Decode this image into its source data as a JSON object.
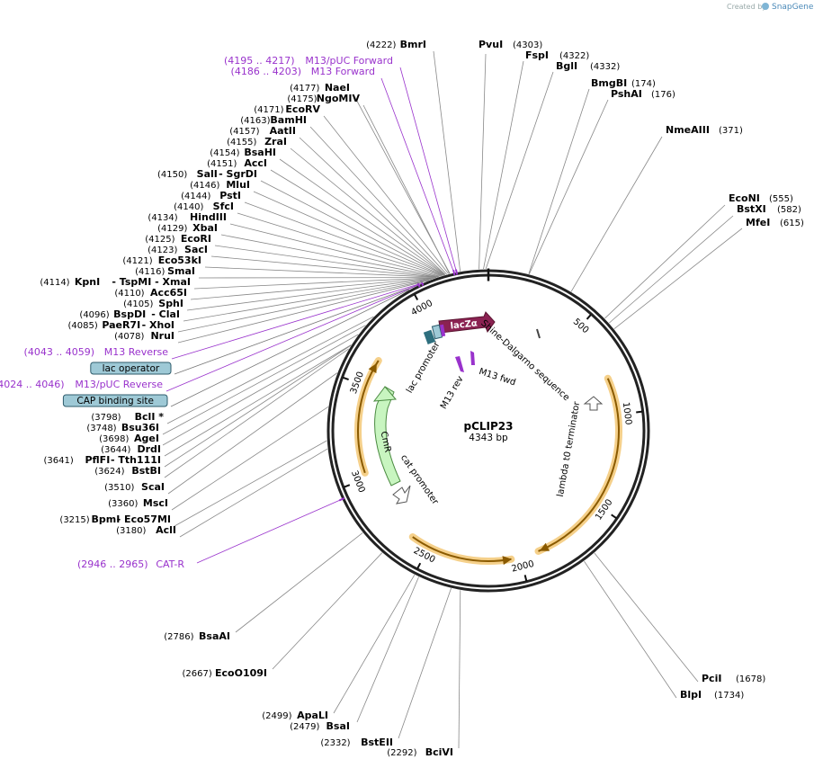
{
  "credit": {
    "prefix": "Created by",
    "brand": "SnapGene"
  },
  "plasmid": {
    "name": "pCLIP23",
    "length_label": "4343 bp",
    "length_bp": 4343
  },
  "tick_labels": [
    "500",
    "1000",
    "1500",
    "2000",
    "2500",
    "3000",
    "3500",
    "4000"
  ],
  "features": [
    {
      "name": "lacZα",
      "start": 4040,
      "end": 4343,
      "direction": "forward",
      "color": "#8b2252",
      "text_color": "#ffffff"
    },
    {
      "name": "CmR",
      "start": 3000,
      "end": 3550,
      "direction": "reverse",
      "color": "#c8f5c0",
      "text_color": "#000000"
    },
    {
      "name": "cat promoter",
      "start": 2900,
      "end": 2980,
      "direction": "reverse",
      "color": "#ffffff",
      "text_color": "#000000"
    },
    {
      "name": "lambda t0 terminator",
      "start": 980,
      "end": 1010,
      "direction": "forward",
      "color": "#ffffff",
      "text_color": "#000000"
    },
    {
      "name": "lac promoter",
      "start": 4010,
      "end": 4040,
      "direction": "forward",
      "color": "#2e6f7e",
      "text_color": "#000000"
    },
    {
      "name": "Shine-Dalgarno sequence",
      "start": 200,
      "end": 210,
      "direction": "forward",
      "color": "#555555",
      "text_color": "#000000"
    },
    {
      "name": "M13 fwd",
      "start": 4200,
      "end": 4217,
      "direction": "forward",
      "color": "#9932cc",
      "text_color": "#000000"
    },
    {
      "name": "M13 rev",
      "start": 4043,
      "end": 4059,
      "direction": "reverse",
      "color": "#9932cc",
      "text_color": "#000000"
    }
  ],
  "orange_arcs": [
    {
      "start": 800,
      "end": 1900
    },
    {
      "start": 2050,
      "end": 2600
    },
    {
      "start": 3030,
      "end": 3650
    }
  ],
  "feature_label_text": {
    "lacZa": "lacZα",
    "cmr": "CmR",
    "cat_promoter": "cat promoter",
    "lambda": "lambda t0 terminator",
    "lac_promoter": "lac promoter",
    "shine": "Shine-Dalgarno sequence",
    "m13fwd": "M13 fwd",
    "m13rev": "M13 rev"
  },
  "sites": [
    {
      "pos": "(4222)",
      "name": "BmrI",
      "site": 4222,
      "side": "left",
      "kind": "enzyme"
    },
    {
      "pos": "(4195 .. 4217)",
      "name": "M13/pUC Forward",
      "site": 4206,
      "side": "left",
      "kind": "primer"
    },
    {
      "pos": "(4186 .. 4203)",
      "name": "M13 Forward",
      "site": 4195,
      "side": "left",
      "kind": "primer"
    },
    {
      "pos": "(4177)",
      "name": "NaeI",
      "site": 4177,
      "side": "left",
      "kind": "enzyme"
    },
    {
      "pos": "(4175)",
      "name": "NgoMIV",
      "site": 4175,
      "side": "left",
      "kind": "enzyme"
    },
    {
      "pos": "(4171)",
      "name": "EcoRV",
      "site": 4171,
      "side": "left",
      "kind": "enzyme"
    },
    {
      "pos": "(4163)",
      "name": "BamHI",
      "site": 4163,
      "side": "left",
      "kind": "enzyme"
    },
    {
      "pos": "(4157)",
      "name": "AatII",
      "site": 4157,
      "side": "left",
      "kind": "enzyme"
    },
    {
      "pos": "(4155)",
      "name": "ZraI",
      "site": 4155,
      "side": "left",
      "kind": "enzyme"
    },
    {
      "pos": "(4154)",
      "name": "BsaHI",
      "site": 4154,
      "side": "left",
      "kind": "enzyme"
    },
    {
      "pos": "(4151)",
      "name": "AccI",
      "site": 4151,
      "side": "left",
      "kind": "enzyme"
    },
    {
      "pos": "(4150)",
      "name": "SalI",
      "extra": "- SgrDI",
      "site": 4150,
      "side": "left",
      "kind": "enzyme"
    },
    {
      "pos": "(4146)",
      "name": "MluI",
      "site": 4146,
      "side": "left",
      "kind": "enzyme"
    },
    {
      "pos": "(4144)",
      "name": "PstI",
      "site": 4144,
      "side": "left",
      "kind": "enzyme"
    },
    {
      "pos": "(4140)",
      "name": "SfcI",
      "site": 4140,
      "side": "left",
      "kind": "enzyme"
    },
    {
      "pos": "(4134)",
      "name": "HindIII",
      "site": 4134,
      "side": "left",
      "kind": "enzyme"
    },
    {
      "pos": "(4129)",
      "name": "XbaI",
      "site": 4129,
      "side": "left",
      "kind": "enzyme"
    },
    {
      "pos": "(4125)",
      "name": "EcoRI",
      "site": 4125,
      "side": "left",
      "kind": "enzyme"
    },
    {
      "pos": "(4123)",
      "name": "SacI",
      "site": 4123,
      "side": "left",
      "kind": "enzyme"
    },
    {
      "pos": "(4121)",
      "name": "Eco53kI",
      "site": 4121,
      "side": "left",
      "kind": "enzyme"
    },
    {
      "pos": "(4116)",
      "name": "SmaI",
      "site": 4116,
      "side": "left",
      "kind": "enzyme"
    },
    {
      "pos": "(4114)",
      "name": "KpnI",
      "extra": "- TspMI   - XmaI",
      "site": 4114,
      "side": "left",
      "kind": "enzyme"
    },
    {
      "pos": "(4110)",
      "name": "Acc65I",
      "site": 4110,
      "side": "left",
      "kind": "enzyme"
    },
    {
      "pos": "(4105)",
      "name": "SphI",
      "site": 4105,
      "side": "left",
      "kind": "enzyme"
    },
    {
      "pos": "(4096)",
      "name": "BspDI",
      "extra": "- ClaI",
      "site": 4096,
      "side": "left",
      "kind": "enzyme"
    },
    {
      "pos": "(4085)",
      "name": "PaeR7I",
      "extra": "- XhoI",
      "site": 4085,
      "side": "left",
      "kind": "enzyme"
    },
    {
      "pos": "(4078)",
      "name": "NruI",
      "site": 4078,
      "side": "left",
      "kind": "enzyme"
    },
    {
      "pos": "(4043 .. 4059)",
      "name": "M13 Reverse",
      "site": 4051,
      "side": "left",
      "kind": "primer"
    },
    {
      "pos": "",
      "name": "lac operator",
      "site": 4030,
      "side": "left",
      "kind": "box"
    },
    {
      "pos": "(4024 .. 4046)",
      "name": "M13/pUC Reverse",
      "site": 4035,
      "side": "left",
      "kind": "primer"
    },
    {
      "pos": "",
      "name": "CAP binding site",
      "site": 3990,
      "side": "left",
      "kind": "box"
    },
    {
      "pos": "(3798)",
      "name": "BclI *",
      "site": 3798,
      "side": "left",
      "kind": "enzyme"
    },
    {
      "pos": "(3748)",
      "name": "Bsu36I",
      "site": 3748,
      "side": "left",
      "kind": "enzyme"
    },
    {
      "pos": "(3698)",
      "name": "AgeI",
      "site": 3698,
      "side": "left",
      "kind": "enzyme"
    },
    {
      "pos": "(3644)",
      "name": "DrdI",
      "site": 3644,
      "side": "left",
      "kind": "enzyme"
    },
    {
      "pos": "(3641)",
      "name": "PflFI",
      "extra": "- Tth111I",
      "site": 3641,
      "side": "left",
      "kind": "enzyme"
    },
    {
      "pos": "(3624)",
      "name": "BstBI",
      "site": 3624,
      "side": "left",
      "kind": "enzyme"
    },
    {
      "pos": "(3510)",
      "name": "ScaI",
      "site": 3510,
      "side": "left",
      "kind": "enzyme"
    },
    {
      "pos": "(3360)",
      "name": "MscI",
      "site": 3360,
      "side": "left",
      "kind": "enzyme"
    },
    {
      "pos": "(3215)",
      "name": "BpmI",
      "extra": "- Eco57MI",
      "site": 3215,
      "side": "left",
      "kind": "enzyme"
    },
    {
      "pos": "(3180)",
      "name": "AclI",
      "site": 3180,
      "side": "left",
      "kind": "enzyme"
    },
    {
      "pos": "(2946 .. 2965)",
      "name": "CAT-R",
      "site": 2955,
      "side": "left",
      "kind": "primer"
    },
    {
      "pos": "(2786)",
      "name": "BsaAI",
      "site": 2786,
      "side": "left",
      "kind": "enzyme"
    },
    {
      "pos": "(2667)",
      "name": "EcoO109I",
      "site": 2667,
      "side": "left",
      "kind": "enzyme"
    },
    {
      "pos": "(2499)",
      "name": "ApaLI",
      "site": 2499,
      "side": "left",
      "kind": "enzyme"
    },
    {
      "pos": "(2479)",
      "name": "BsaI",
      "site": 2479,
      "side": "left",
      "kind": "enzyme"
    },
    {
      "pos": "(2332)",
      "name": "BstEII",
      "site": 2332,
      "side": "left",
      "kind": "enzyme"
    },
    {
      "pos": "(2292)",
      "name": "BciVI",
      "site": 2292,
      "side": "left",
      "kind": "enzyme"
    },
    {
      "pos": "(4303)",
      "name": "PvuI",
      "site": 4303,
      "side": "right",
      "kind": "enzyme"
    },
    {
      "pos": "(4322)",
      "name": "FspI",
      "site": 4322,
      "side": "right",
      "kind": "enzyme"
    },
    {
      "pos": "(4332)",
      "name": "BglI",
      "site": 4332,
      "side": "right",
      "kind": "enzyme"
    },
    {
      "pos": "(174)",
      "name": "BmgBI",
      "site": 174,
      "side": "right",
      "kind": "enzyme"
    },
    {
      "pos": "(176)",
      "name": "PshAI",
      "site": 176,
      "side": "right",
      "kind": "enzyme"
    },
    {
      "pos": "(371)",
      "name": "NmeAIII",
      "site": 371,
      "side": "right",
      "kind": "enzyme"
    },
    {
      "pos": "(555)",
      "name": "EcoNI",
      "site": 555,
      "side": "right",
      "kind": "enzyme"
    },
    {
      "pos": "(582)",
      "name": "BstXI",
      "site": 582,
      "side": "right",
      "kind": "enzyme"
    },
    {
      "pos": "(615)",
      "name": "MfeI",
      "site": 615,
      "side": "right",
      "kind": "enzyme"
    },
    {
      "pos": "(1678)",
      "name": "PciI",
      "site": 1678,
      "side": "right",
      "kind": "enzyme"
    },
    {
      "pos": "(1734)",
      "name": "BlpI",
      "site": 1734,
      "side": "right",
      "kind": "enzyme"
    }
  ]
}
